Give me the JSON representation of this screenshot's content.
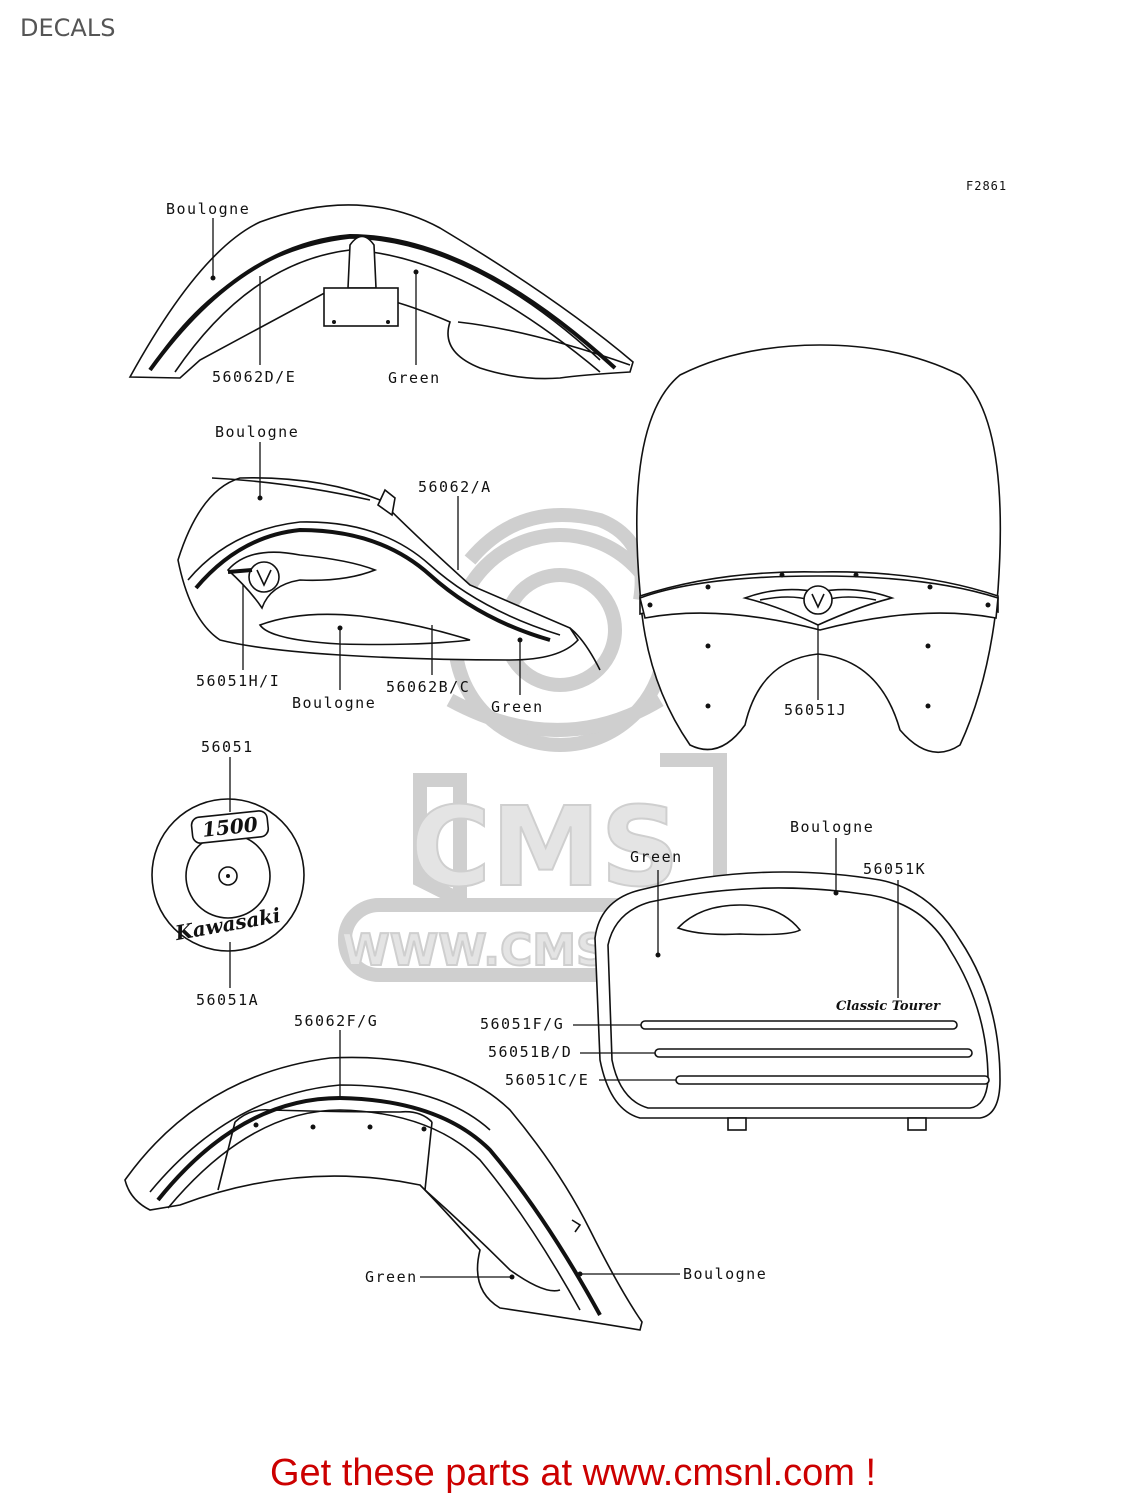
{
  "page": {
    "title": "DECALS"
  },
  "figure": {
    "code": "F2861"
  },
  "watermark": {
    "logo_text": "CMS",
    "url_text": "WWW.CMSNL.COM"
  },
  "emblems": {
    "badge_1500": "1500",
    "kawasaki": "Kawasaki",
    "classic_tourer": "Classic Tourer"
  },
  "labels": {
    "front_fender": {
      "top": "Boulogne",
      "stripe": "56062D/E",
      "side": "Green"
    },
    "fuel_tank": {
      "top": "Boulogne",
      "stripe": "56062/A",
      "emblem": "56051H/I",
      "lower": "Boulogne",
      "lower_stripe": "56062B/C",
      "side": "Green"
    },
    "windshield": {
      "emblem": "56051J"
    },
    "side_cover": {
      "top": "56051",
      "bottom": "56051A"
    },
    "saddlebag": {
      "top": "Boulogne",
      "side": "Green",
      "emblem": "56051K",
      "stripe1": "56051F/G",
      "stripe2": "56051B/D",
      "stripe3": "56051C/E"
    },
    "rear_fender": {
      "stripe": "56062F/G",
      "side": "Green",
      "edge": "Boulogne"
    }
  },
  "footer": {
    "text": "Get these parts at www.cmsnl.com !"
  }
}
